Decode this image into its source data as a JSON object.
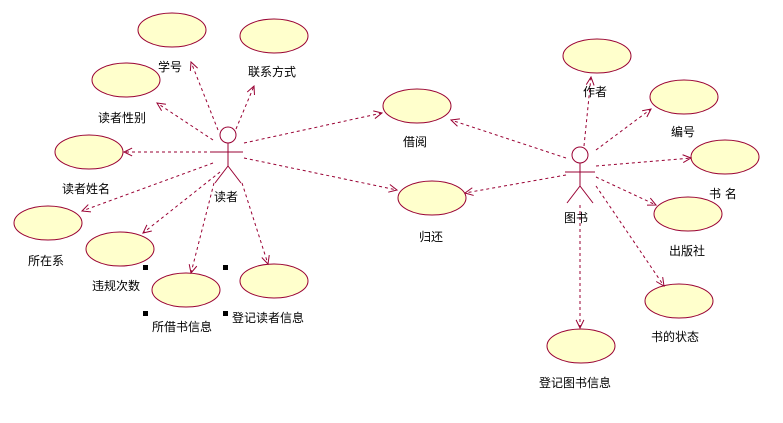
{
  "actors": {
    "reader": "读者",
    "book": "图书"
  },
  "attributes": {
    "student_id": "学号",
    "contact": "联系方式",
    "gender": "读者性别",
    "name": "读者姓名",
    "department": "所在系",
    "violations": "违规次数",
    "borrowed_info": "所借书信息",
    "register_reader": "登记读者信息",
    "author": "作者",
    "number": "编号",
    "title": "书 名",
    "publisher": "出版社",
    "status": "书的状态",
    "register_book": "登记图书信息"
  },
  "use_cases": {
    "borrow": "借阅",
    "return": "归还"
  },
  "colors": {
    "ellipse_fill": "#ffffcc",
    "line": "#990033"
  }
}
